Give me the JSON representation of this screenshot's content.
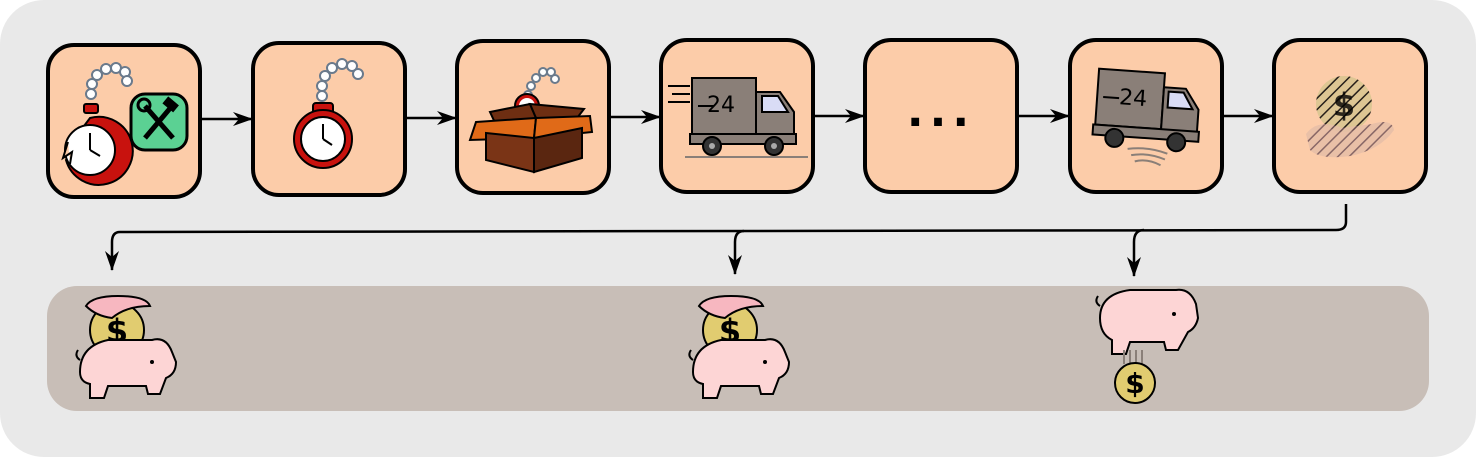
{
  "diagram": {
    "colors": {
      "panel": "#e9e9e9",
      "step_fill": "#fccca9",
      "step_stroke": "#000000",
      "bank_band": "#c8beb7",
      "pig": "#fdd5d5",
      "coin": "#e1cc70",
      "clock_red": "#c8120e",
      "box_orange": "#e06a18",
      "box_brown": "#6e2e12",
      "truck_body": "#8a7f78",
      "tool_green": "#5bd193",
      "hand_pink": "#f7b7c0"
    },
    "steps": [
      {
        "id": "step-1",
        "icon": "watch-repair-icon"
      },
      {
        "id": "step-2",
        "icon": "pocket-watch-icon"
      },
      {
        "id": "step-3",
        "icon": "packaged-watch-icon"
      },
      {
        "id": "step-4",
        "icon": "delivery-truck-icon",
        "truck_label": "24"
      },
      {
        "id": "step-5",
        "icon": "ellipsis-icon",
        "label": "..."
      },
      {
        "id": "step-6",
        "icon": "speeding-truck-icon",
        "truck_label": "24"
      },
      {
        "id": "step-7",
        "icon": "hand-receiving-coin-icon"
      }
    ],
    "banks": [
      {
        "id": "bank-1",
        "icon": "piggy-bank-deposit-icon",
        "coin_symbol": "$"
      },
      {
        "id": "bank-2",
        "icon": "piggy-bank-deposit-icon",
        "coin_symbol": "$"
      },
      {
        "id": "bank-3",
        "icon": "piggy-bank-withdraw-icon",
        "coin_symbol": "$"
      }
    ]
  }
}
